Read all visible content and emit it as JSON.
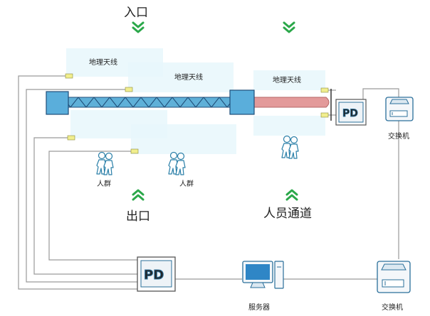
{
  "labels": {
    "entrance": "入口",
    "exit": "出口",
    "staff_channel": "人员通道",
    "antenna_1": "地理天线",
    "antenna_2": "地理天线",
    "antenna_3": "地理天线",
    "crowd_1": "人群",
    "crowd_2": "人群",
    "switch_top": "交换机",
    "switch_bottom": "交换机",
    "server": "服务器"
  },
  "device_text": {
    "pd_top": "PD",
    "pd_bottom": "PD"
  },
  "colors": {
    "pipe_blue": "#5fb0d8",
    "pipe_pink": "#e39a9a",
    "block_blue": "#5aaedb",
    "arrow_green": "#2ba84a",
    "wire": "#9a9a9a",
    "sensor_yellow": "#f1ee8e",
    "zone_fill": "#e8f7fb"
  }
}
